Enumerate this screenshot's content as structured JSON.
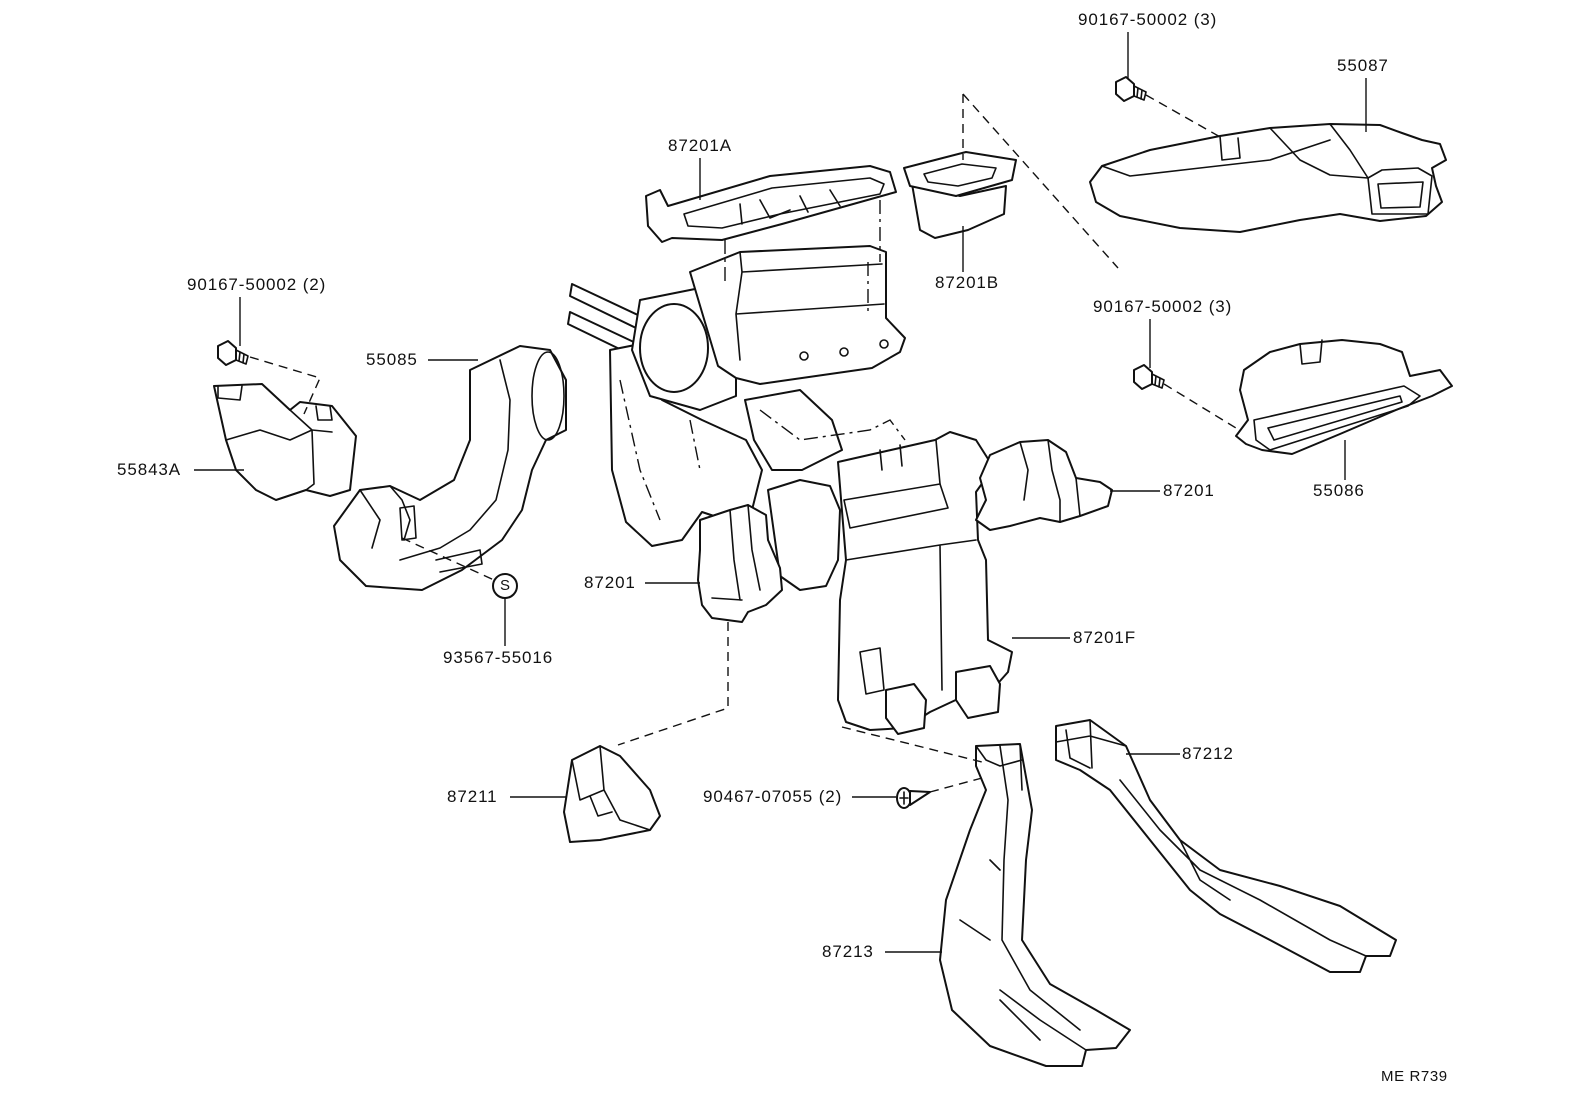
{
  "labels": {
    "bolt_top": "90167-50002 (3)",
    "duct_55087": "55087",
    "frame_87201A": "87201A",
    "bracket_87201B": "87201B",
    "bolt_left": "90167-50002 (2)",
    "bolt_right": "90167-50002 (3)",
    "duct_55085": "55085",
    "duct_55843A": "55843A",
    "part_87201_right": "87201",
    "duct_55086": "55086",
    "part_87201_left": "87201",
    "clip_93567": "93567-55016",
    "case_87201F": "87201F",
    "duct_87212": "87212",
    "duct_87211": "87211",
    "screw_90467": "90467-07055 (2)",
    "duct_87213": "87213"
  },
  "marker": "S",
  "drawing_code": "ME R739"
}
